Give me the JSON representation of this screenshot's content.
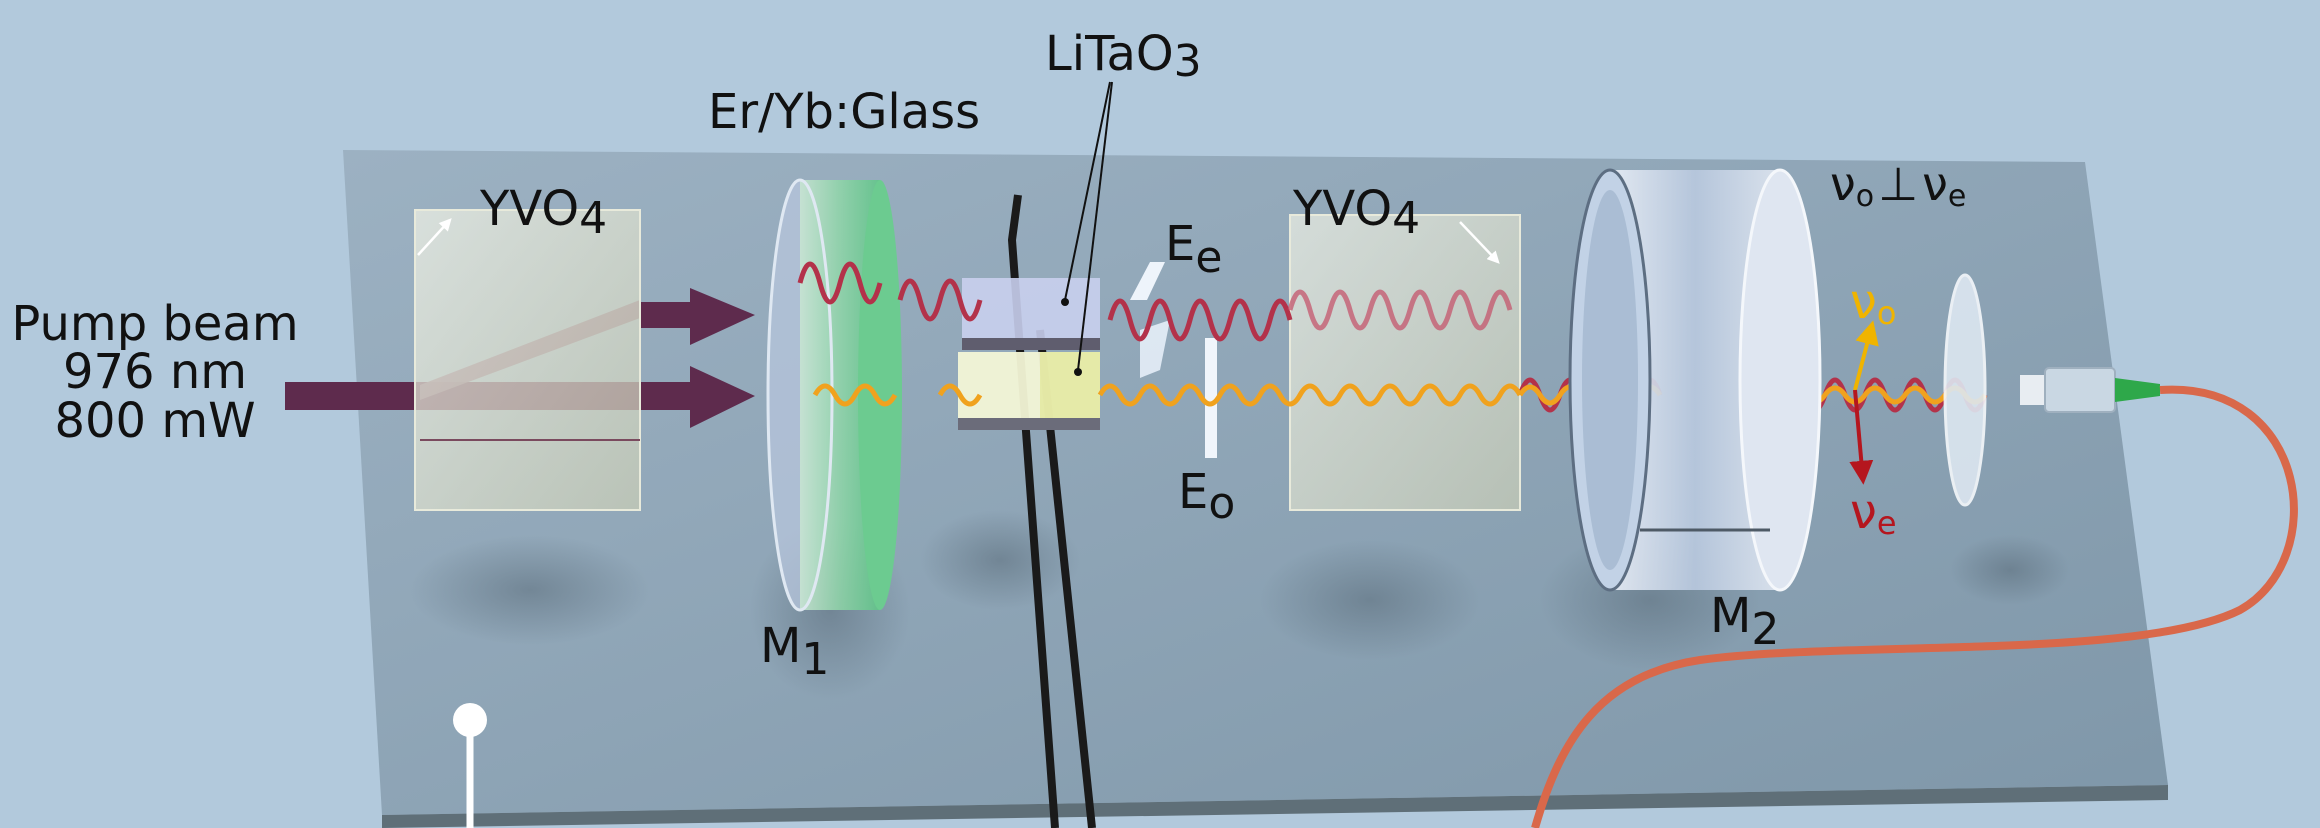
{
  "labels": {
    "pump_line1": "Pump beam",
    "pump_line2": "976 nm",
    "pump_line3": "800 mW",
    "yvo4_left_main": "YVO",
    "yvo4_left_sub": "4",
    "gain_medium": "Er/Yb:Glass",
    "eo_crystal_main": "LiTaO",
    "eo_crystal_sub": "3",
    "e_extra_main": "E",
    "e_extra_sub": "e",
    "e_ord_main": "E",
    "e_ord_sub": "o",
    "yvo4_right_main": "YVO",
    "yvo4_right_sub": "4",
    "mirror1_main": "M",
    "mirror1_sub": "1",
    "mirror2_main": "M",
    "mirror2_sub": "2",
    "ortho_nu1": "ν",
    "ortho_sub1": "o",
    "ortho_perp": "⊥",
    "ortho_nu2": "ν",
    "ortho_sub2": "e",
    "nu_o_main": "ν",
    "nu_o_sub": "o",
    "nu_e_main": "ν",
    "nu_e_sub": "e"
  },
  "colors": {
    "background": "#b2c9dc",
    "breadboard_top": "#8fa6b8",
    "pump_beam": "#5e2b4d",
    "extraordinary_wave": "#b3324a",
    "ordinary_wave": "#f0a21e",
    "nu_o_arrow": "#f0b400",
    "nu_e_arrow": "#b5161e",
    "fiber": "#d9684a",
    "fiber_connector": "#2ea84a"
  }
}
